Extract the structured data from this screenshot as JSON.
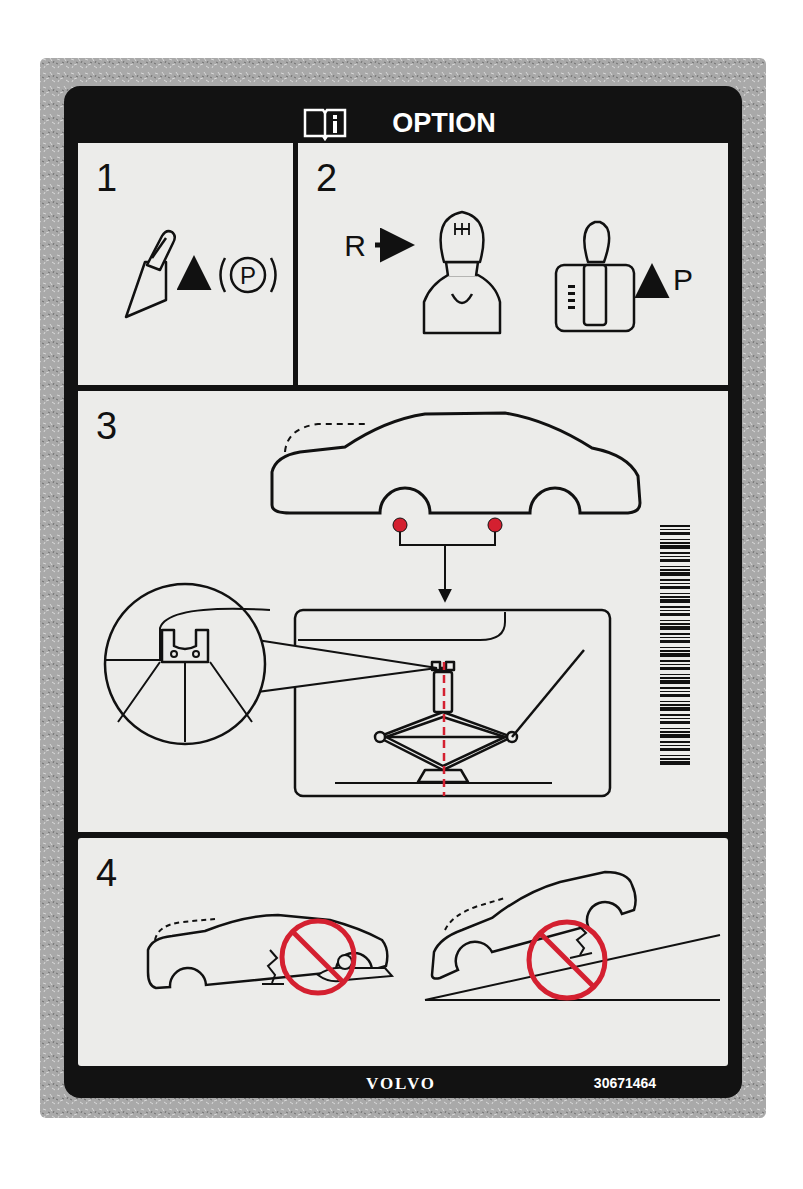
{
  "diagram": {
    "title": "OPTION",
    "nodes": [
      {
        "text": [
          "1"
        ]
      },
      {
        "text": [
          "2"
        ]
      },
      {
        "text": [
          "3"
        ]
      },
      {
        "text": [
          "4"
        ]
      }
    ],
    "labels": [
      "P",
      "R",
      "P",
      "VOLVO",
      "30671464"
    ]
  }
}
